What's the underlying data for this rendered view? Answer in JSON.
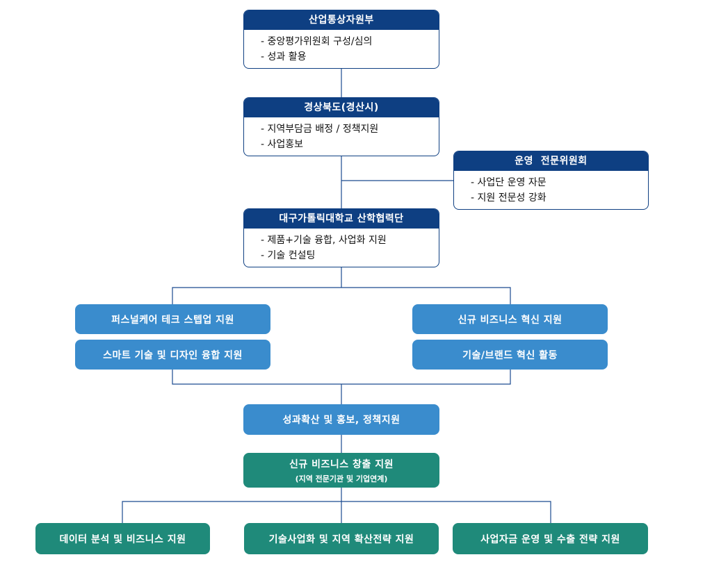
{
  "ministry": {
    "title": "산업통상자원부",
    "items": [
      "중앙평가위원회 구성/심의",
      "성과 활용"
    ]
  },
  "province": {
    "title": "경상북도(경산시)",
    "items": [
      "지역부담금 배정 / 정책지원",
      "사업홍보"
    ]
  },
  "committee": {
    "title": "운영  전문위원회",
    "items": [
      "사업단 운영 자문",
      "지원 전문성 강화"
    ]
  },
  "university": {
    "title": "대구가톨릭대학교 산학협력단",
    "items": [
      "제품+기술 융합, 사업화 지원",
      "기술 컨설팅"
    ]
  },
  "programs": {
    "left_top": "퍼스널케어 테크 스텝업 지원",
    "left_bottom": "스마트 기술 및 디자인 융합 지원",
    "right_top": "신규 비즈니스 혁신 지원",
    "right_bottom": "기술/브랜드 혁신 활동"
  },
  "diffusion": "성과확산 및 홍보, 정책지원",
  "creation": {
    "title": "신규 비즈니스 창출 지원",
    "subtitle": "(지역 전문기관 및 기업연계)"
  },
  "outcomes": [
    "데이터 분석 및 비즈니스 지원",
    "기술사업화 및 지역 확산전략 지원",
    "사업자금 운영 및 수출 전략 지원"
  ],
  "colors": {
    "navy": "#0e3f82",
    "blue": "#3a8ccd",
    "teal": "#1f8a7a"
  }
}
